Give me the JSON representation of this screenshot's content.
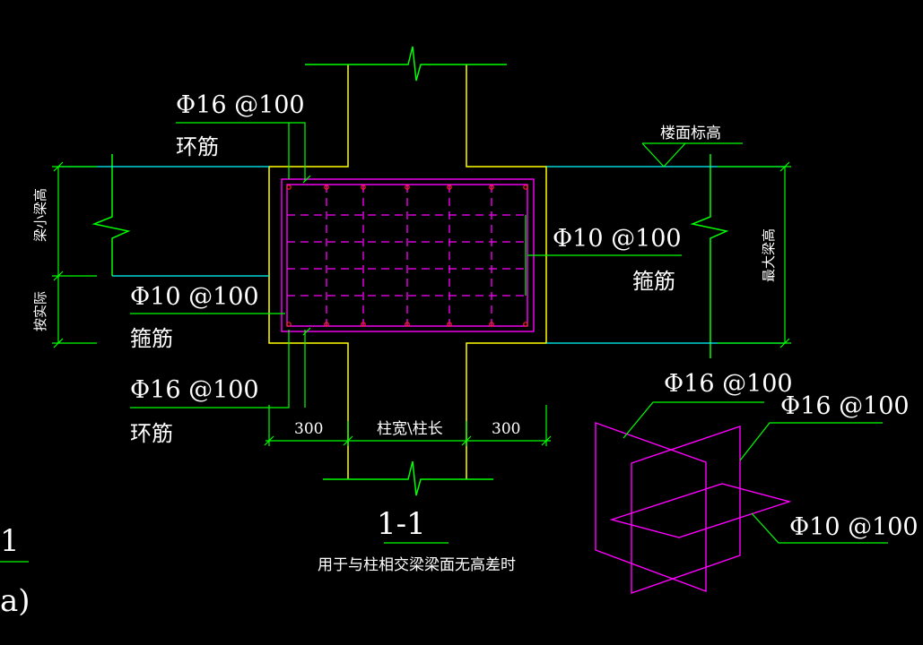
{
  "labels": {
    "top_left_spec": "Φ16 @100",
    "top_left_name": "环筋",
    "mid_left_spec": "Φ10 @100",
    "mid_left_name": "箍筋",
    "bot_left_spec": "Φ16 @100",
    "bot_left_name": "环筋",
    "right_spec": "Φ10 @100",
    "right_name": "箍筋",
    "floor_elev": "楼面标高",
    "left_vert_top": "梁小梁高",
    "left_vert_bot": "按实际",
    "right_vert": "最大梁高",
    "dim_left": "300",
    "dim_mid": "柱宽\\柱长",
    "dim_right": "300",
    "section_id": "1-1",
    "section_caption": "用于与柱相交梁梁面无高差时",
    "iso_top": "Φ16 @100",
    "iso_right_top": "Φ16 @100",
    "iso_right_bot": "Φ10 @100",
    "edge_num": "1",
    "edge_letter": "a)"
  },
  "colors": {
    "background": "#000000",
    "green": "#00ff00",
    "yellow": "#ffff00",
    "magenta": "#ff00ff",
    "cyan": "#00ffff",
    "white": "#ffffff",
    "red": "#ff2020"
  }
}
